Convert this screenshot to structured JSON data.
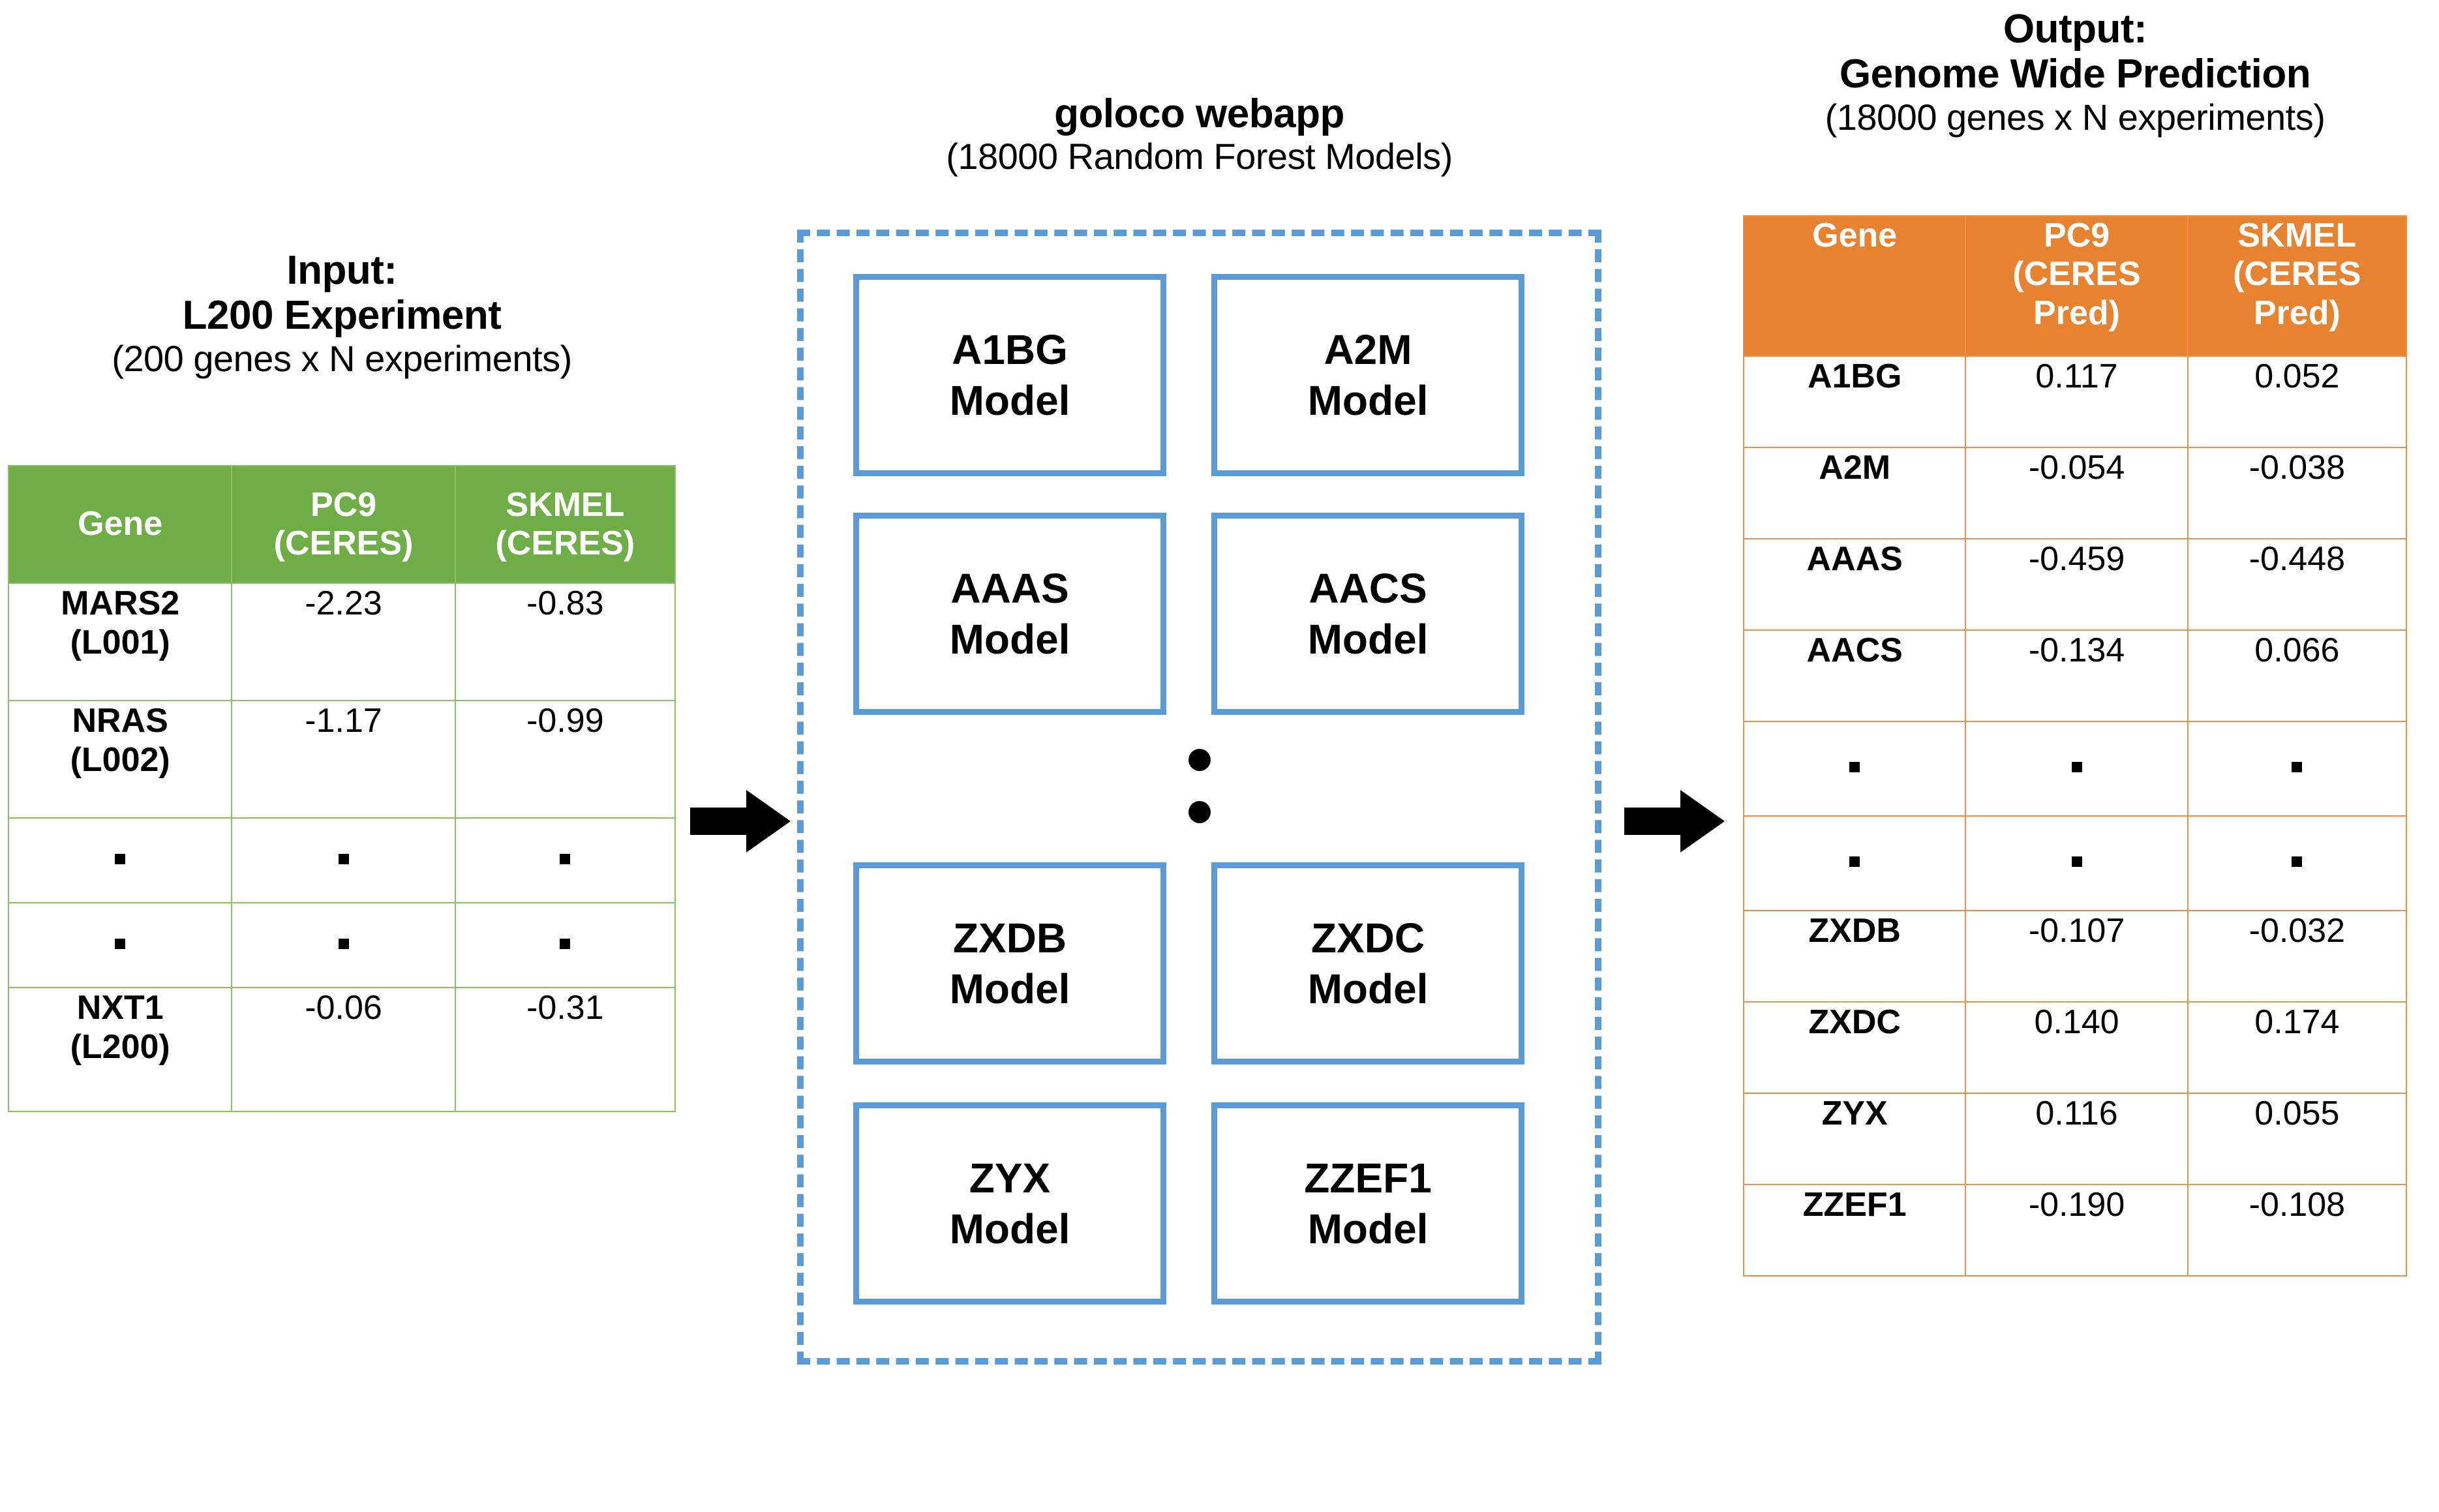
{
  "input": {
    "title_line1": "Input:",
    "title_line2": "L200 Experiment",
    "subtitle": "(200 genes x N experiments)",
    "header_color": "#6FAE46",
    "border_color": "#8CC063",
    "columns": [
      "Gene",
      "PC9\n(CERES)",
      "SKMEL\n(CERES)"
    ],
    "col_gene": "Gene",
    "col_pc9_l1": "PC9",
    "col_pc9_l2": "(CERES)",
    "col_skmel_l1": "SKMEL",
    "col_skmel_l2": "(CERES)",
    "rows": [
      {
        "gene_l1": "MARS2",
        "gene_l2": "(L001)",
        "pc9": "-2.23",
        "skmel": "-0.83",
        "ellipsis": false
      },
      {
        "gene_l1": "NRAS",
        "gene_l2": "(L002)",
        "pc9": "-1.17",
        "skmel": "-0.99",
        "ellipsis": false
      },
      {
        "gene_l1": "",
        "gene_l2": "",
        "pc9": "",
        "skmel": "",
        "ellipsis": true
      },
      {
        "gene_l1": "",
        "gene_l2": "",
        "pc9": "",
        "skmel": "",
        "ellipsis": true
      },
      {
        "gene_l1": "NXT1",
        "gene_l2": "(L200)",
        "pc9": "-0.06",
        "skmel": "-0.31",
        "ellipsis": false
      }
    ]
  },
  "webapp": {
    "title": "goloco webapp",
    "subtitle": "(18000 Random Forest Models)",
    "border_color": "#5B9BD5",
    "model_suffix": "Model",
    "models_top": [
      {
        "gene": "A1BG",
        "label": "Model"
      },
      {
        "gene": "A2M",
        "label": "Model"
      },
      {
        "gene": "AAAS",
        "label": "Model"
      },
      {
        "gene": "AACS",
        "label": "Model"
      }
    ],
    "models_bottom": [
      {
        "gene": "ZXDB",
        "label": "Model"
      },
      {
        "gene": "ZXDC",
        "label": "Model"
      },
      {
        "gene": "ZYX",
        "label": "Model"
      },
      {
        "gene": "ZZEF1",
        "label": "Model"
      }
    ]
  },
  "output": {
    "title_line1": "Output:",
    "title_line2": "Genome Wide Prediction",
    "subtitle": "(18000 genes x N experiments)",
    "header_color": "#E8822E",
    "border_color": "#E8914A",
    "col_gene": "Gene",
    "col_pc9_l1": "PC9",
    "col_pc9_l2": "(CERES",
    "col_pc9_l3": "Pred)",
    "col_skmel_l1": "SKMEL",
    "col_skmel_l2": "(CERES",
    "col_skmel_l3": "Pred)",
    "rows": [
      {
        "gene": "A1BG",
        "pc9": "0.117",
        "skmel": "0.052",
        "ellipsis": false
      },
      {
        "gene": "A2M",
        "pc9": "-0.054",
        "skmel": "-0.038",
        "ellipsis": false
      },
      {
        "gene": "AAAS",
        "pc9": "-0.459",
        "skmel": "-0.448",
        "ellipsis": false
      },
      {
        "gene": "AACS",
        "pc9": "-0.134",
        "skmel": "0.066",
        "ellipsis": false
      },
      {
        "gene": "",
        "pc9": "",
        "skmel": "",
        "ellipsis": true
      },
      {
        "gene": "",
        "pc9": "",
        "skmel": "",
        "ellipsis": true
      },
      {
        "gene": "ZXDB",
        "pc9": "-0.107",
        "skmel": "-0.032",
        "ellipsis": false
      },
      {
        "gene": "ZXDC",
        "pc9": "0.140",
        "skmel": "0.174",
        "ellipsis": false
      },
      {
        "gene": "ZYX",
        "pc9": "0.116",
        "skmel": "0.055",
        "ellipsis": false
      },
      {
        "gene": "ZZEF1",
        "pc9": "-0.190",
        "skmel": "-0.108",
        "ellipsis": false
      }
    ]
  },
  "flow": {
    "arrow1": "arrow-right",
    "arrow2": "arrow-right"
  }
}
